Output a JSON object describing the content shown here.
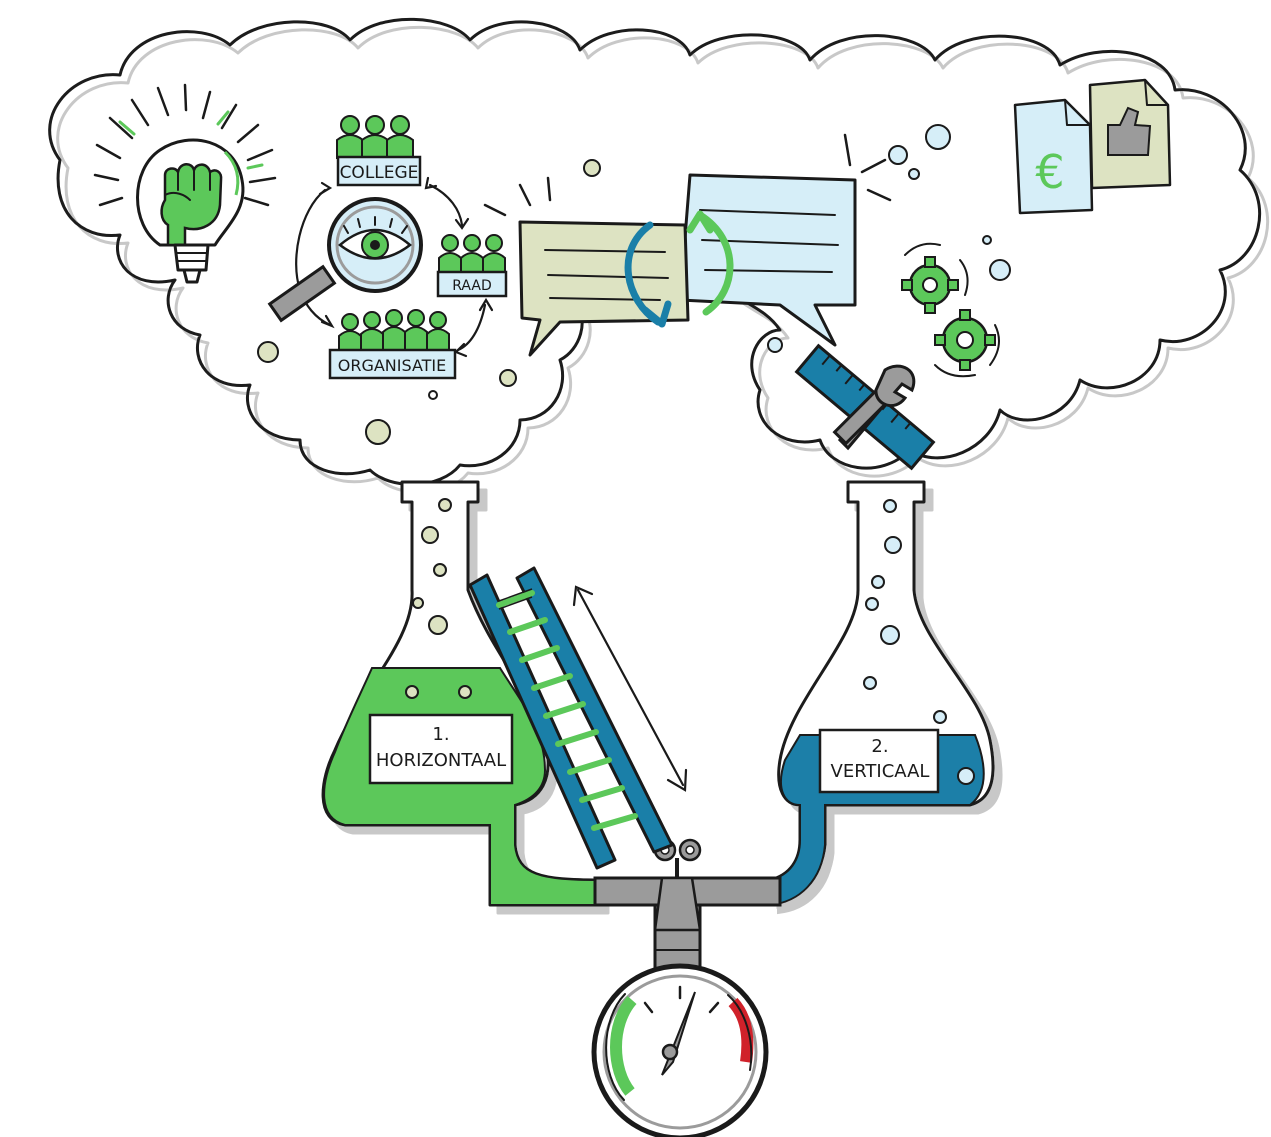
{
  "labels": {
    "college": "COLLEGE",
    "raad": "RAAD",
    "organisatie": "ORGANISATIE",
    "flask_left_number": "1.",
    "flask_left_name": "HORIZONTAAL",
    "flask_right_number": "2.",
    "flask_right_name": "VERTICAAL",
    "euro_symbol": "€"
  },
  "colors": {
    "green": "#5cc85a",
    "blue": "#1a7fa8",
    "light_blue": "#d6eef8",
    "sage": "#dde3c2",
    "gray": "#9b9b9b",
    "red": "#d0212a"
  },
  "icons": [
    "lightbulb-fist-icon",
    "magnifier-eye-icon",
    "speech-bubbles-icon",
    "gears-icon",
    "ruler-icon",
    "wrench-icon",
    "euro-document-icon",
    "thumbs-up-document-icon",
    "ladder-icon",
    "pressure-gauge-icon",
    "valve-icon"
  ],
  "gauge": {
    "needle_level": 0.65
  }
}
